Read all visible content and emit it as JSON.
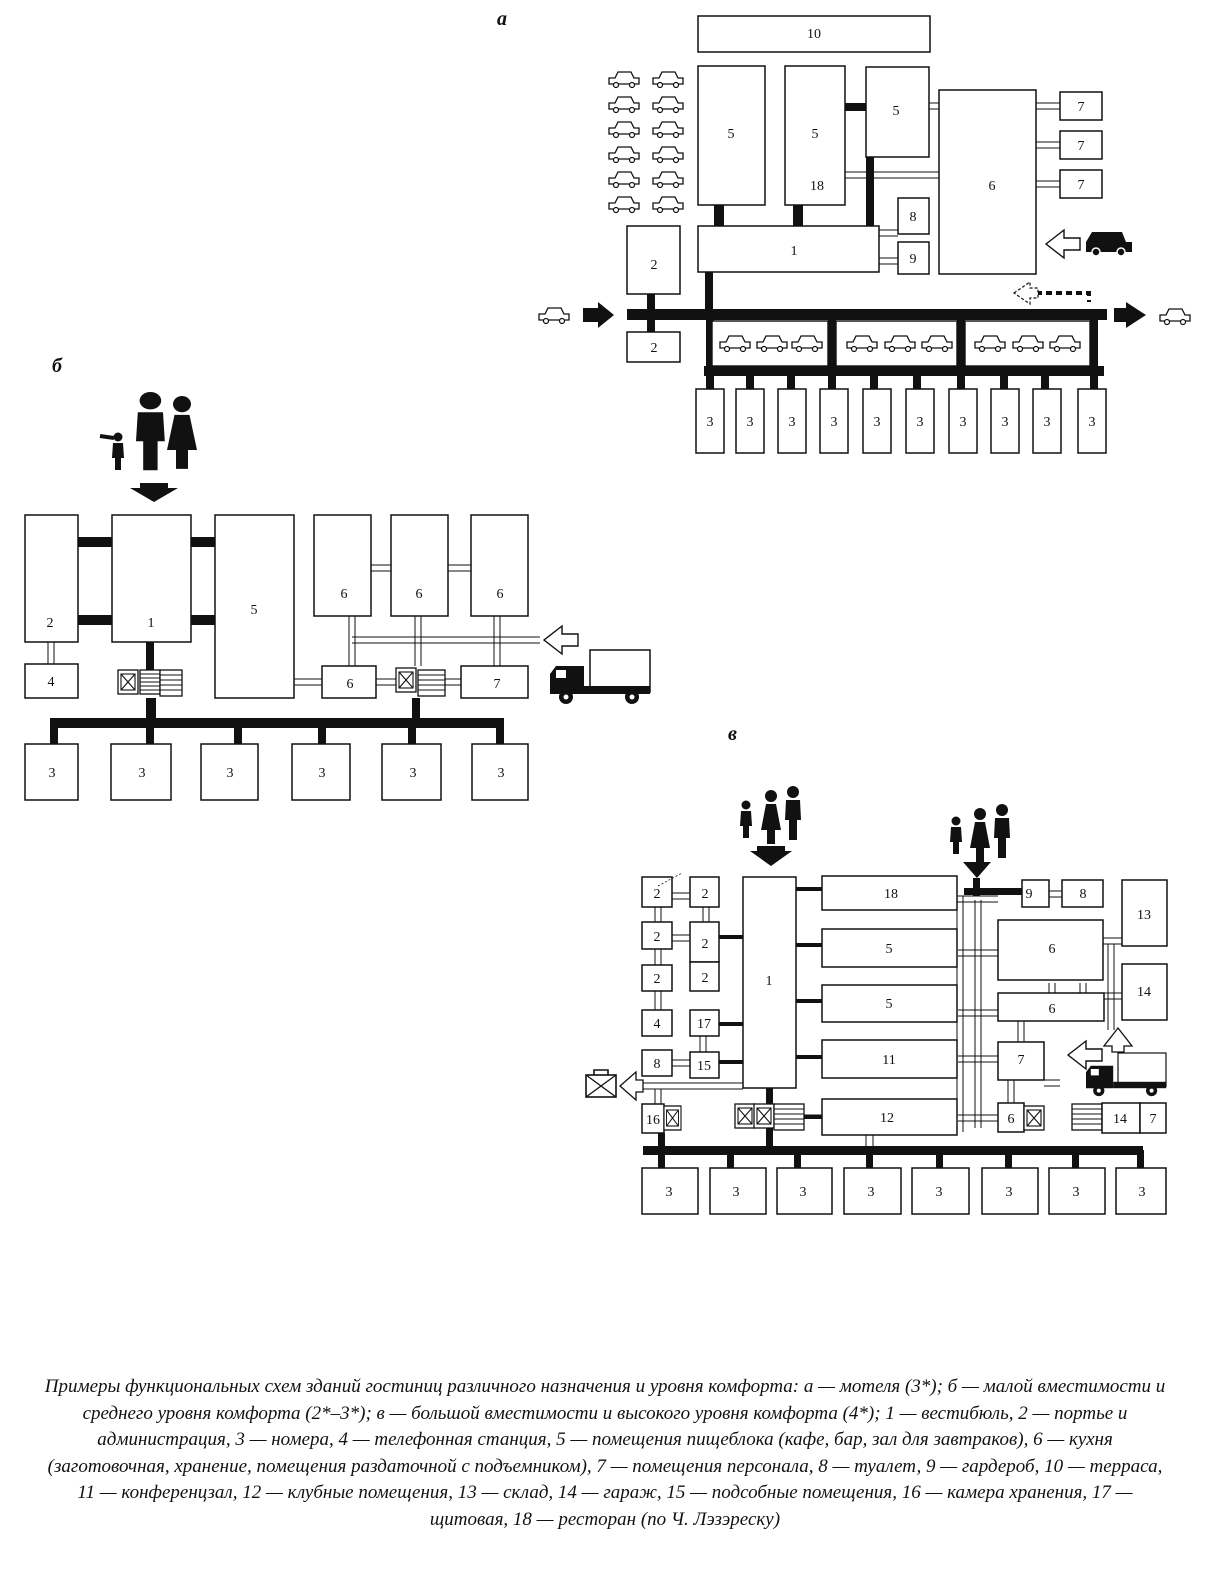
{
  "panels": {
    "a": "а",
    "b": "б",
    "v": "в"
  },
  "rooms": {
    "1": "1",
    "2": "2",
    "3": "3",
    "4": "4",
    "5": "5",
    "6": "6",
    "7": "7",
    "8": "8",
    "9": "9",
    "10": "10",
    "11": "11",
    "12": "12",
    "13": "13",
    "14": "14",
    "15": "15",
    "16": "16",
    "17": "17",
    "18": "18"
  },
  "icons": [
    "car-icon",
    "truck-icon",
    "people-icon",
    "luggage-icon",
    "elevator-icon",
    "stairs-icon",
    "arrow-icon"
  ],
  "caption": "Примеры функциональных схем зданий гостиниц различного назначения и уровня комфорта: а — мотеля (3*); б — малой вместимости и среднего уровня комфорта (2*–3*); в — большой вместимости и высокого уровня комфорта (4*); 1 — вестибюль, 2 — портье и администрация, 3 — номера, 4 — телефонная станция, 5 — помещения пищеблока (кафе, бар, зал для завтраков), 6 — кухня (заготовочная, хранение, помещения раздаточной с подъемником), 7 — помещения персонала, 8 — туалет, 9 — гардероб, 10 — терраса, 11 — конференцзал, 12 — клубные помещения, 13 — склад, 14 — гараж, 15 — подсобные помещения, 16 — камера хранения, 17 — щитовая, 18 — ресторан (по Ч. Лэзэреску)"
}
